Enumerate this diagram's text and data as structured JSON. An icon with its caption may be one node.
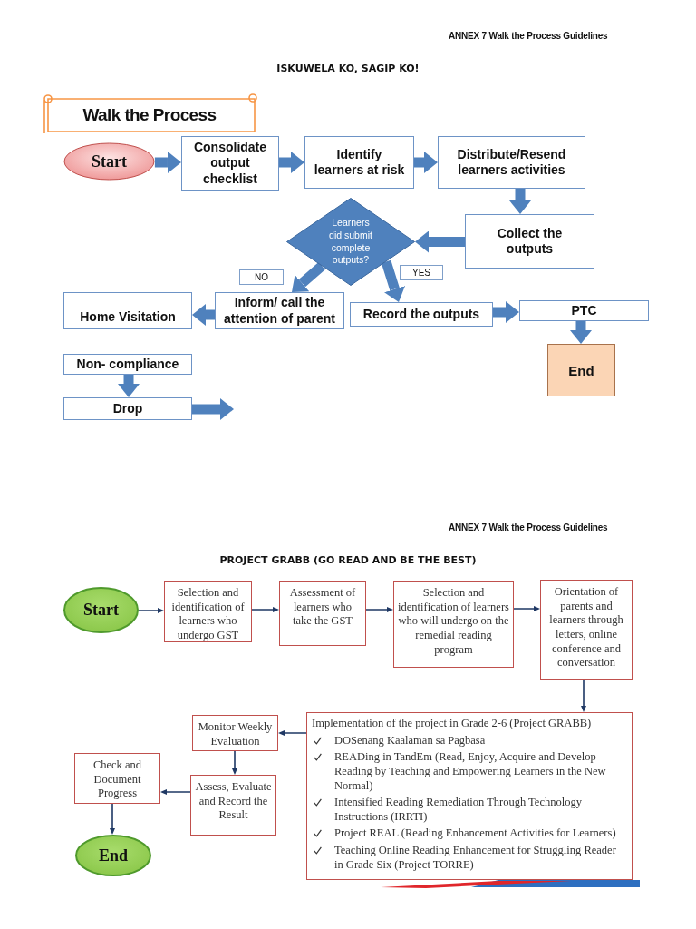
{
  "diagram": {
    "title": "ISKUWELA KO, SAGIP KO!",
    "nodes": [
      {
        "text": [
          "Walk the Process"
        ]
      },
      {
        "text": [
          "Start"
        ]
      },
      {
        "text": [
          "Consolidate output checklist"
        ]
      },
      {
        "text": [
          "Identify learners at risk"
        ]
      },
      {
        "text": [
          "Distribute/Resend learners activities"
        ]
      },
      {
        "text": [
          "Collect the outputs"
        ]
      },
      {
        "text": [
          "Learners did submit complete outputs?"
        ]
      },
      {
        "text": [
          "Home Visitation"
        ]
      },
      {
        "text": [
          "Inform/ call the attention of parent"
        ]
      },
      {
        "text": [
          "Record the outputs"
        ]
      },
      {
        "text": [
          "PTC"
        ]
      },
      {
        "text": [
          "End"
        ]
      },
      {
        "text": [
          "Non- compliance"
        ]
      },
      {
        "text": [
          "Drop"
        ]
      },
      {
        "text": [
          "Start"
        ]
      },
      {
        "text": [
          "Selection and identification of learners who undergo GST"
        ]
      },
      {
        "text": [
          "Assessment of learners who take the GST"
        ]
      },
      {
        "text": [
          "Selection and identification of learners who will undergo on the remedial reading program"
        ]
      },
      {
        "text": [
          "Orientation of parents and learners through letters, online conference and conversation"
        ]
      },
      {
        "text": [
          "Monitor Weekly Evaluation"
        ]
      },
      {
        "text": [
          "Implementation of the project in Grade 2-6 (Project GRABB)",
          "DOSenang Kaalaman sa Pagbasa",
          "READing in TandEm (Read, Enjoy, Acquire and Develop Reading by Teaching and Empowering Learners in the New Normal)",
          "Intensified Reading Remediation Through Technology Instructions (IRRTI)",
          "Project REAL (Reading Enhancement Activities for Learners)",
          "Teaching Online Reading Enhancement for Struggling Reader in Grade Six (Project TORRE)"
        ]
      },
      {
        "text": [
          "Check and Document Progress"
        ]
      },
      {
        "text": [
          "Assess, Evaluate and Record the Result"
        ]
      },
      {
        "text": [
          "End"
        ]
      }
    ],
    "edges": [
      {
        "from": 1,
        "to": 2,
        "arrow": "to"
      },
      {
        "from": 2,
        "to": 3,
        "arrow": "to"
      },
      {
        "from": 3,
        "to": 4,
        "arrow": "to"
      },
      {
        "from": 4,
        "to": 5,
        "arrow": "to"
      },
      {
        "from": 5,
        "to": 6,
        "arrow": "to"
      },
      {
        "from": 6,
        "to": 8,
        "arrow": "to",
        "label": "NO"
      },
      {
        "from": 6,
        "to": 9,
        "arrow": "to",
        "label": "YES"
      },
      {
        "from": 8,
        "to": 7,
        "arrow": "to"
      },
      {
        "from": 9,
        "to": 10,
        "arrow": "to"
      },
      {
        "from": 10,
        "to": 11,
        "arrow": "to"
      },
      {
        "from": 12,
        "to": 13,
        "arrow": "to"
      },
      {
        "from": 13,
        "to": null,
        "arrow": "to"
      },
      {
        "from": 14,
        "to": 15,
        "arrow": "to",
        "color": "#1f3864"
      },
      {
        "from": 15,
        "to": 16,
        "arrow": "to",
        "color": "#1f3864"
      },
      {
        "from": 16,
        "to": 17,
        "arrow": "to",
        "color": "#1f3864"
      },
      {
        "from": 17,
        "to": 18,
        "arrow": "to",
        "color": "#1f3864"
      },
      {
        "from": 18,
        "to": 20,
        "arrow": "to",
        "color": "#1f3864"
      },
      {
        "from": 20,
        "to": 19,
        "arrow": "to",
        "color": "#1f3864"
      },
      {
        "from": 19,
        "to": 22,
        "arrow": "to",
        "color": "#1f3864"
      },
      {
        "from": 22,
        "to": 21,
        "arrow": "to",
        "color": "#1f3864"
      },
      {
        "from": 21,
        "to": 23,
        "arrow": "to",
        "color": "#1f3864"
      }
    ],
    "labels": [
      "ANNEX 7 Walk the Process Guidelines",
      "ANNEX 7 Walk the Process Guidelines",
      "PROJECT GRABB (GO READ AND BE THE BEST)"
    ]
  }
}
